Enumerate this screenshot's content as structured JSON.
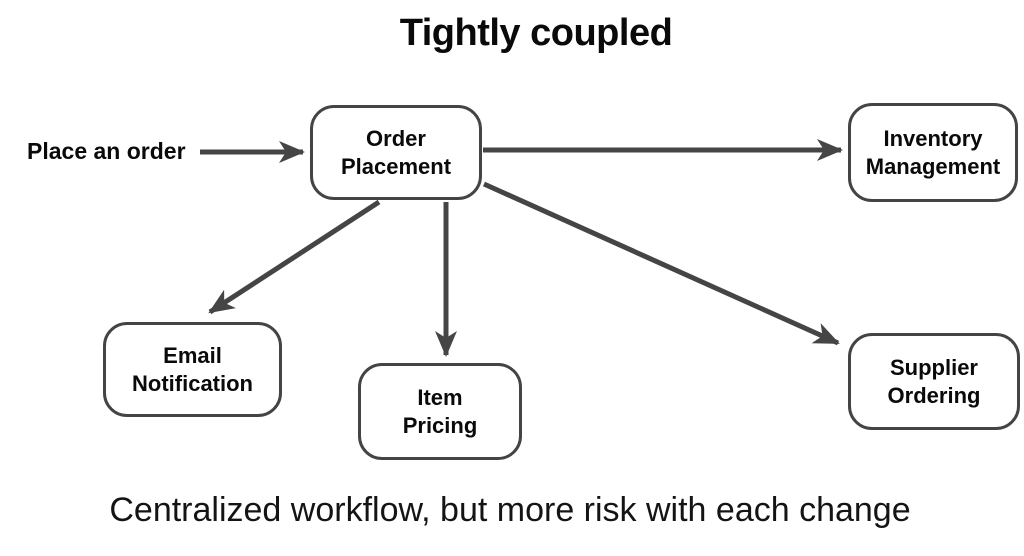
{
  "title": "Tightly coupled",
  "input_label": "Place an order",
  "caption": "Centralized workflow, but more risk with each change",
  "nodes": {
    "order_placement": {
      "label": "Order\nPlacement"
    },
    "inventory_management": {
      "label": "Inventory\nManagement"
    },
    "email_notification": {
      "label": "Email\nNotification"
    },
    "item_pricing": {
      "label": "Item\nPricing"
    },
    "supplier_ordering": {
      "label": "Supplier\nOrdering"
    }
  },
  "edges": [
    {
      "from": "place-an-order",
      "to": "order-placement"
    },
    {
      "from": "order-placement",
      "to": "inventory-management"
    },
    {
      "from": "order-placement",
      "to": "email-notification"
    },
    {
      "from": "order-placement",
      "to": "item-pricing"
    },
    {
      "from": "order-placement",
      "to": "supplier-ordering"
    }
  ],
  "colors": {
    "line": "#454545",
    "node_border": "#444444",
    "text": "#000000",
    "background": "#ffffff"
  }
}
